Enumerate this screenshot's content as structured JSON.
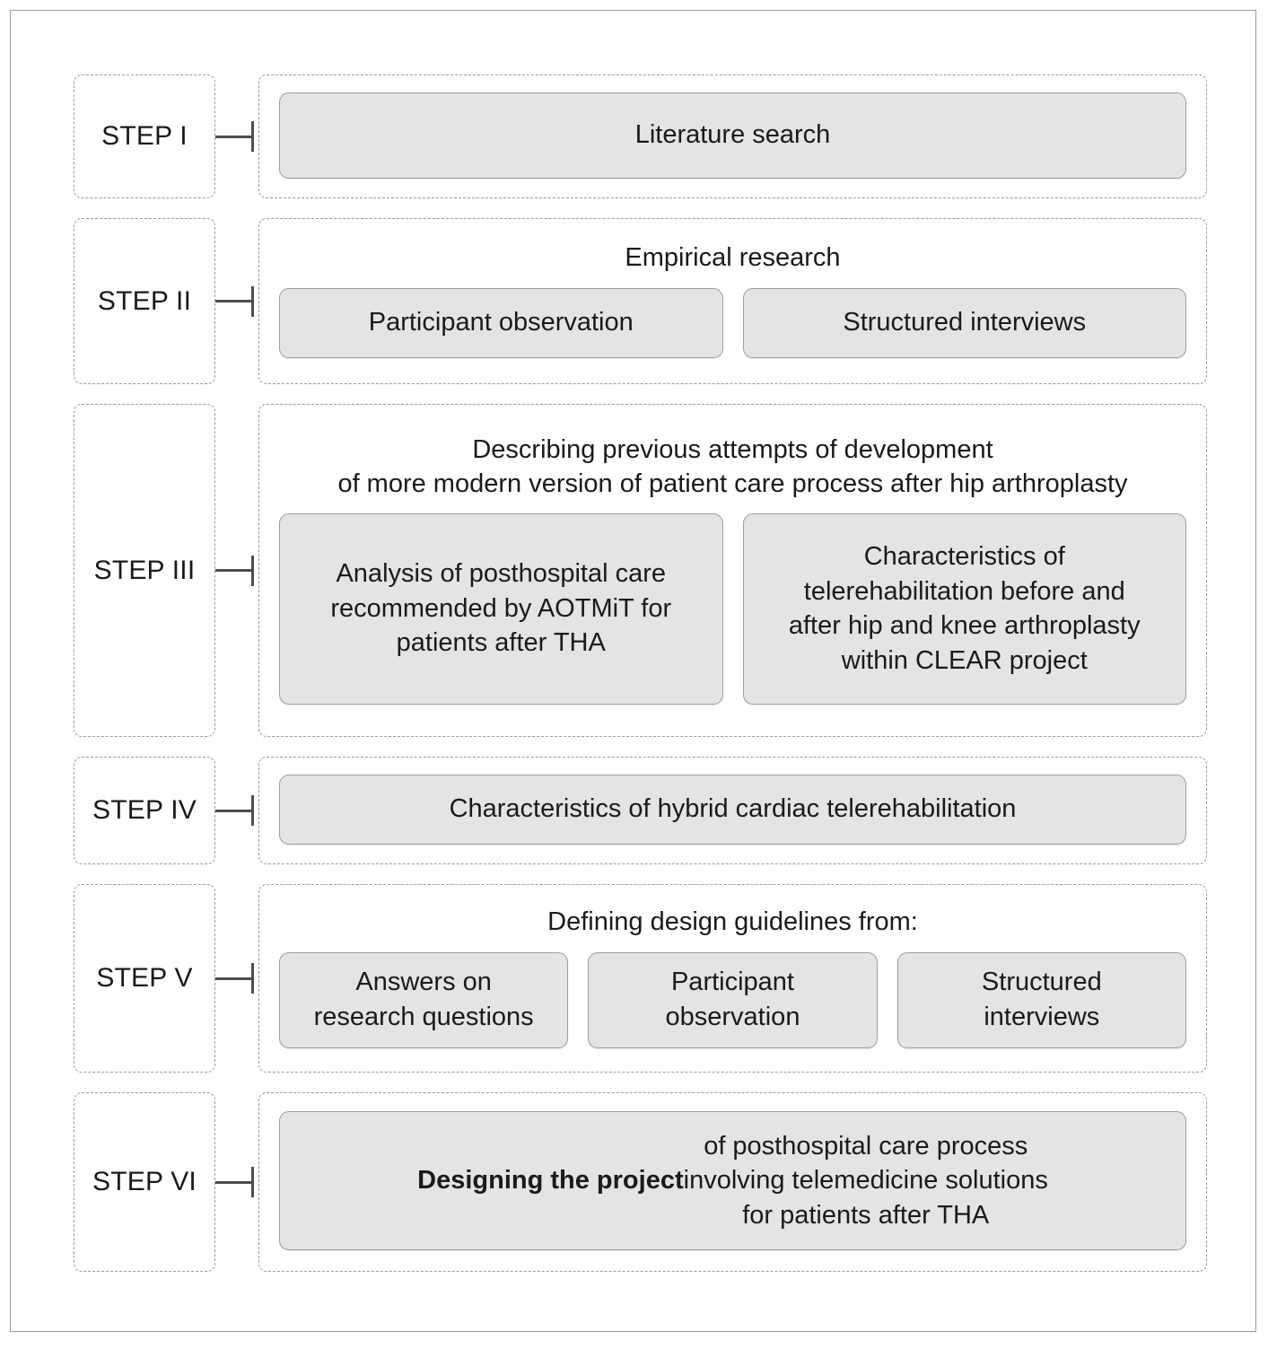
{
  "diagram": {
    "title": "Research methodology step diagram",
    "colors": {
      "box_fill": "#e4e4e4",
      "box_border": "#9e9e9e",
      "dashed_border": "#9b9b9b",
      "frame_border": "#9a9a9a",
      "connector": "#4d4d4d",
      "text": "#1a1a1a",
      "background": "#ffffff"
    },
    "steps": [
      {
        "label": "STEP I",
        "heading": "",
        "boxes": [
          {
            "text": "Literature search",
            "bold_prefix": ""
          }
        ]
      },
      {
        "label": "STEP II",
        "heading": "Empirical research",
        "boxes": [
          {
            "text": "Participant observation",
            "bold_prefix": ""
          },
          {
            "text": "Structured interviews",
            "bold_prefix": ""
          }
        ]
      },
      {
        "label": "STEP III",
        "heading": "Describing previous attempts of development\nof more modern version of patient care process after hip arthroplasty",
        "boxes": [
          {
            "text": "Analysis of posthospital care\nrecommended by AOTMiT for\npatients after THA",
            "bold_prefix": ""
          },
          {
            "text": "Characteristics of\ntelerehabilitation before and\nafter hip and knee arthroplasty\nwithin CLEAR project",
            "bold_prefix": ""
          }
        ]
      },
      {
        "label": "STEP IV",
        "heading": "",
        "boxes": [
          {
            "text": "Characteristics of hybrid cardiac telerehabilitation",
            "bold_prefix": ""
          }
        ]
      },
      {
        "label": "STEP V",
        "heading": "Defining design guidelines from:",
        "boxes": [
          {
            "text": "Answers on\nresearch questions",
            "bold_prefix": ""
          },
          {
            "text": "Participant\nobservation",
            "bold_prefix": ""
          },
          {
            "text": "Structured\ninterviews",
            "bold_prefix": ""
          }
        ]
      },
      {
        "label": "STEP VI",
        "heading": "",
        "boxes": [
          {
            "text": " of posthospital care process\ninvolving telemedicine solutions\nfor patients after THA",
            "bold_prefix": "Designing the project"
          }
        ]
      }
    ]
  }
}
